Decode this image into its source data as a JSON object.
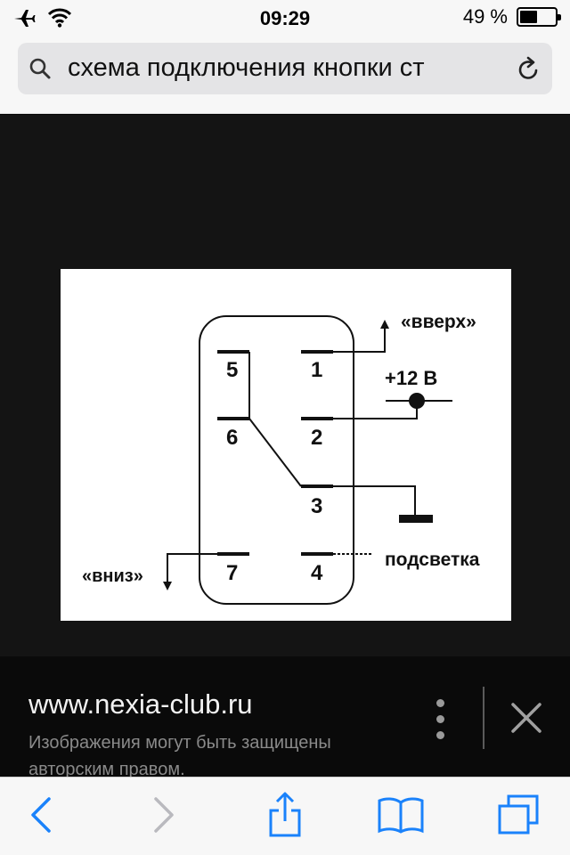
{
  "status_bar": {
    "time": "09:29",
    "battery_percent_label": "49 %",
    "battery_level": 0.49,
    "icons": [
      "airplane-icon",
      "wifi-icon",
      "battery-icon"
    ]
  },
  "address_bar": {
    "query": "схема подключения кнопки ст",
    "icons": [
      "search-icon",
      "reload-icon"
    ]
  },
  "diagram": {
    "pins": {
      "p1": "1",
      "p2": "2",
      "p3": "3",
      "p4": "4",
      "p5": "5",
      "p6": "6",
      "p7": "7"
    },
    "labels": {
      "up": "«вверх»",
      "plus12": "+12 В",
      "backlight": "подсветка",
      "down": "«вниз»"
    }
  },
  "caption": {
    "site": "www.nexia-club.ru",
    "notice": "Изображения могут быть защищены авторским правом."
  },
  "toolbar": {
    "icons": [
      "back-icon",
      "forward-icon",
      "share-icon",
      "bookmarks-icon",
      "tabs-icon"
    ]
  },
  "colors": {
    "accent": "#1a82fb",
    "toolbar_bg": "#f7f7f7",
    "viewer_bg": "#141414"
  }
}
